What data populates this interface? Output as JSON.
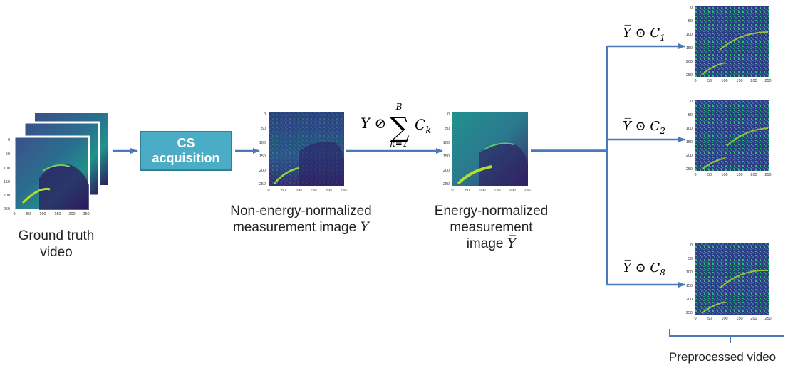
{
  "ground_truth": {
    "label_line1": "Ground truth",
    "label_line2": "video"
  },
  "cs_block": {
    "line1": "CS",
    "line2": "acquisition"
  },
  "measurement_Y": {
    "label_line1": "Non-energy-normalized",
    "label_line2": "measurement image",
    "symbol": "Y"
  },
  "normalization_op": {
    "lhs": "Y ⊘",
    "sum_top": "B",
    "sum_bottom": "k=1",
    "term": "C",
    "subscript": "k"
  },
  "measurement_Ybar": {
    "label_line1": "Energy-normalized",
    "label_line2": "measurement",
    "label_line3": "image",
    "symbol": "Y̅"
  },
  "branches": [
    {
      "expr": "Y̅ ⊙ C",
      "subscript": "1"
    },
    {
      "expr": "Y̅ ⊙ C",
      "subscript": "2"
    },
    {
      "expr": "Y̅ ⊙ C",
      "subscript": "8"
    }
  ],
  "preprocessed": {
    "label": "Preprocessed video"
  },
  "axis_ticks": {
    "x": [
      "0",
      "50",
      "100",
      "150",
      "200",
      "250"
    ],
    "y": [
      "0",
      "50",
      "100",
      "150",
      "200",
      "250"
    ]
  },
  "colors": {
    "arrow": "#4a78b8",
    "cs_box": "#4BACC6",
    "viridis_dark": "#2c1a5e",
    "viridis_mid": "#2a6f8e",
    "viridis_bright": "#b5de2b"
  }
}
